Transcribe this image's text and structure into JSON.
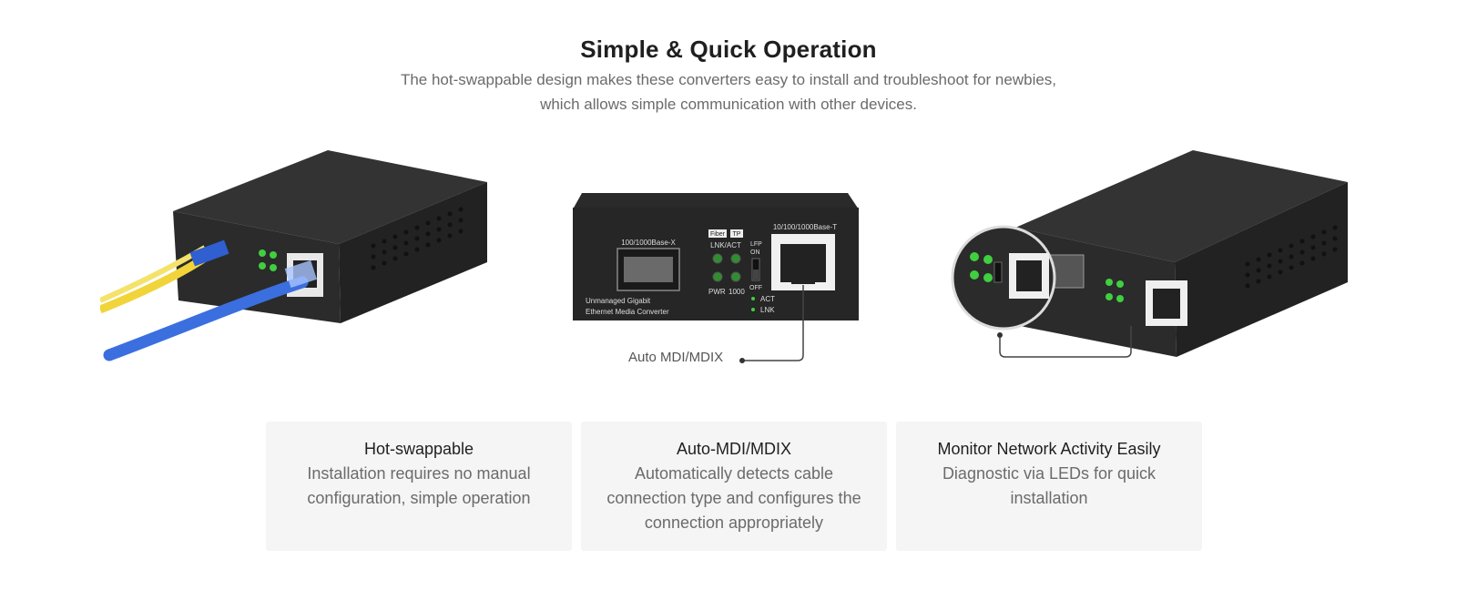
{
  "header": {
    "title": "Simple & Quick Operation",
    "subtitle_line1": "The hot-swappable design makes these converters easy to install and troubleshoot for newbies,",
    "subtitle_line2": "which allows simple communication with other devices."
  },
  "device": {
    "sfp_port_label": "100/1000Base-X",
    "rj45_port_label": "10/100/1000Base-T",
    "fiber_tag": "Fiber",
    "tp_tag": "TP",
    "lnk_act_label": "LNK/ACT",
    "pwr_label": "PWR",
    "speed_label": "1000",
    "lfp_label": "LFP",
    "on_label": "ON",
    "off_label": "OFF",
    "act_label": "ACT",
    "lnk_label": "LNK",
    "product_name_line1": "Unmanaged Gigabit",
    "product_name_line2": "Ethernet Media Converter"
  },
  "callout": {
    "mdix_label": "Auto MDI/MDIX"
  },
  "features": [
    {
      "title": "Hot-swappable",
      "description": "Installation requires no manual configuration, simple operation"
    },
    {
      "title": "Auto-MDI/MDIX",
      "description": "Automatically detects cable connection type and configures the connection appropriately"
    },
    {
      "title": "Monitor Network Activity Easily",
      "description": "Diagnostic via LEDs for quick installation"
    }
  ],
  "colors": {
    "device_body": "#2b2b2b",
    "led_green": "#3fcf3f",
    "cable_blue": "#3b6fe0",
    "cable_yellow": "#f0d43a",
    "card_bg": "#f5f5f5"
  }
}
